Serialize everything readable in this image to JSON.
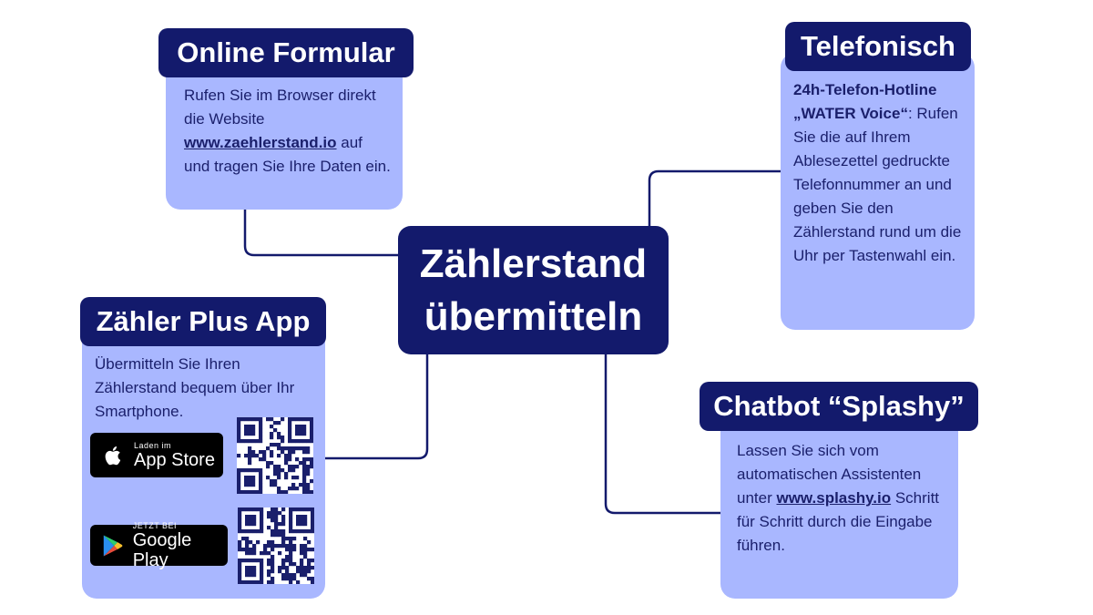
{
  "center": {
    "line1": "Zählerstand",
    "line2": "übermitteln"
  },
  "online": {
    "title": "Online Formular",
    "text_before": "Rufen Sie im Browser direkt die Website ",
    "link": "www.zaehlerstand.io",
    "text_after": " auf und tragen Sie Ihre Daten ein."
  },
  "telefon": {
    "title": "Telefonisch",
    "bold": "24h-Telefon-Hotline „WATER Voice“",
    "text": ": Rufen Sie die auf Ihrem Ablesezettel gedruckte Telefonnummer an und geben Sie den Zählerstand rund um die Uhr per Tastenwahl ein."
  },
  "app": {
    "title": "Zähler Plus App",
    "text": "Übermitteln Sie Ihren Zählerstand bequem über Ihr Smartphone.",
    "appstore": {
      "small": "Laden im",
      "big": "App Store"
    },
    "googleplay": {
      "small": "JETZT BEI",
      "big": "Google Play"
    }
  },
  "chatbot": {
    "title": "Chatbot “Splashy”",
    "text_before": "Lassen Sie sich vom automatischen Assistenten unter ",
    "link": "www.splashy.io",
    "text_after": " Schritt für Schritt durch die Eingabe führen."
  },
  "colors": {
    "navy": "#131a6c",
    "card": "#a9b7ff",
    "connector": "#131a6c"
  }
}
